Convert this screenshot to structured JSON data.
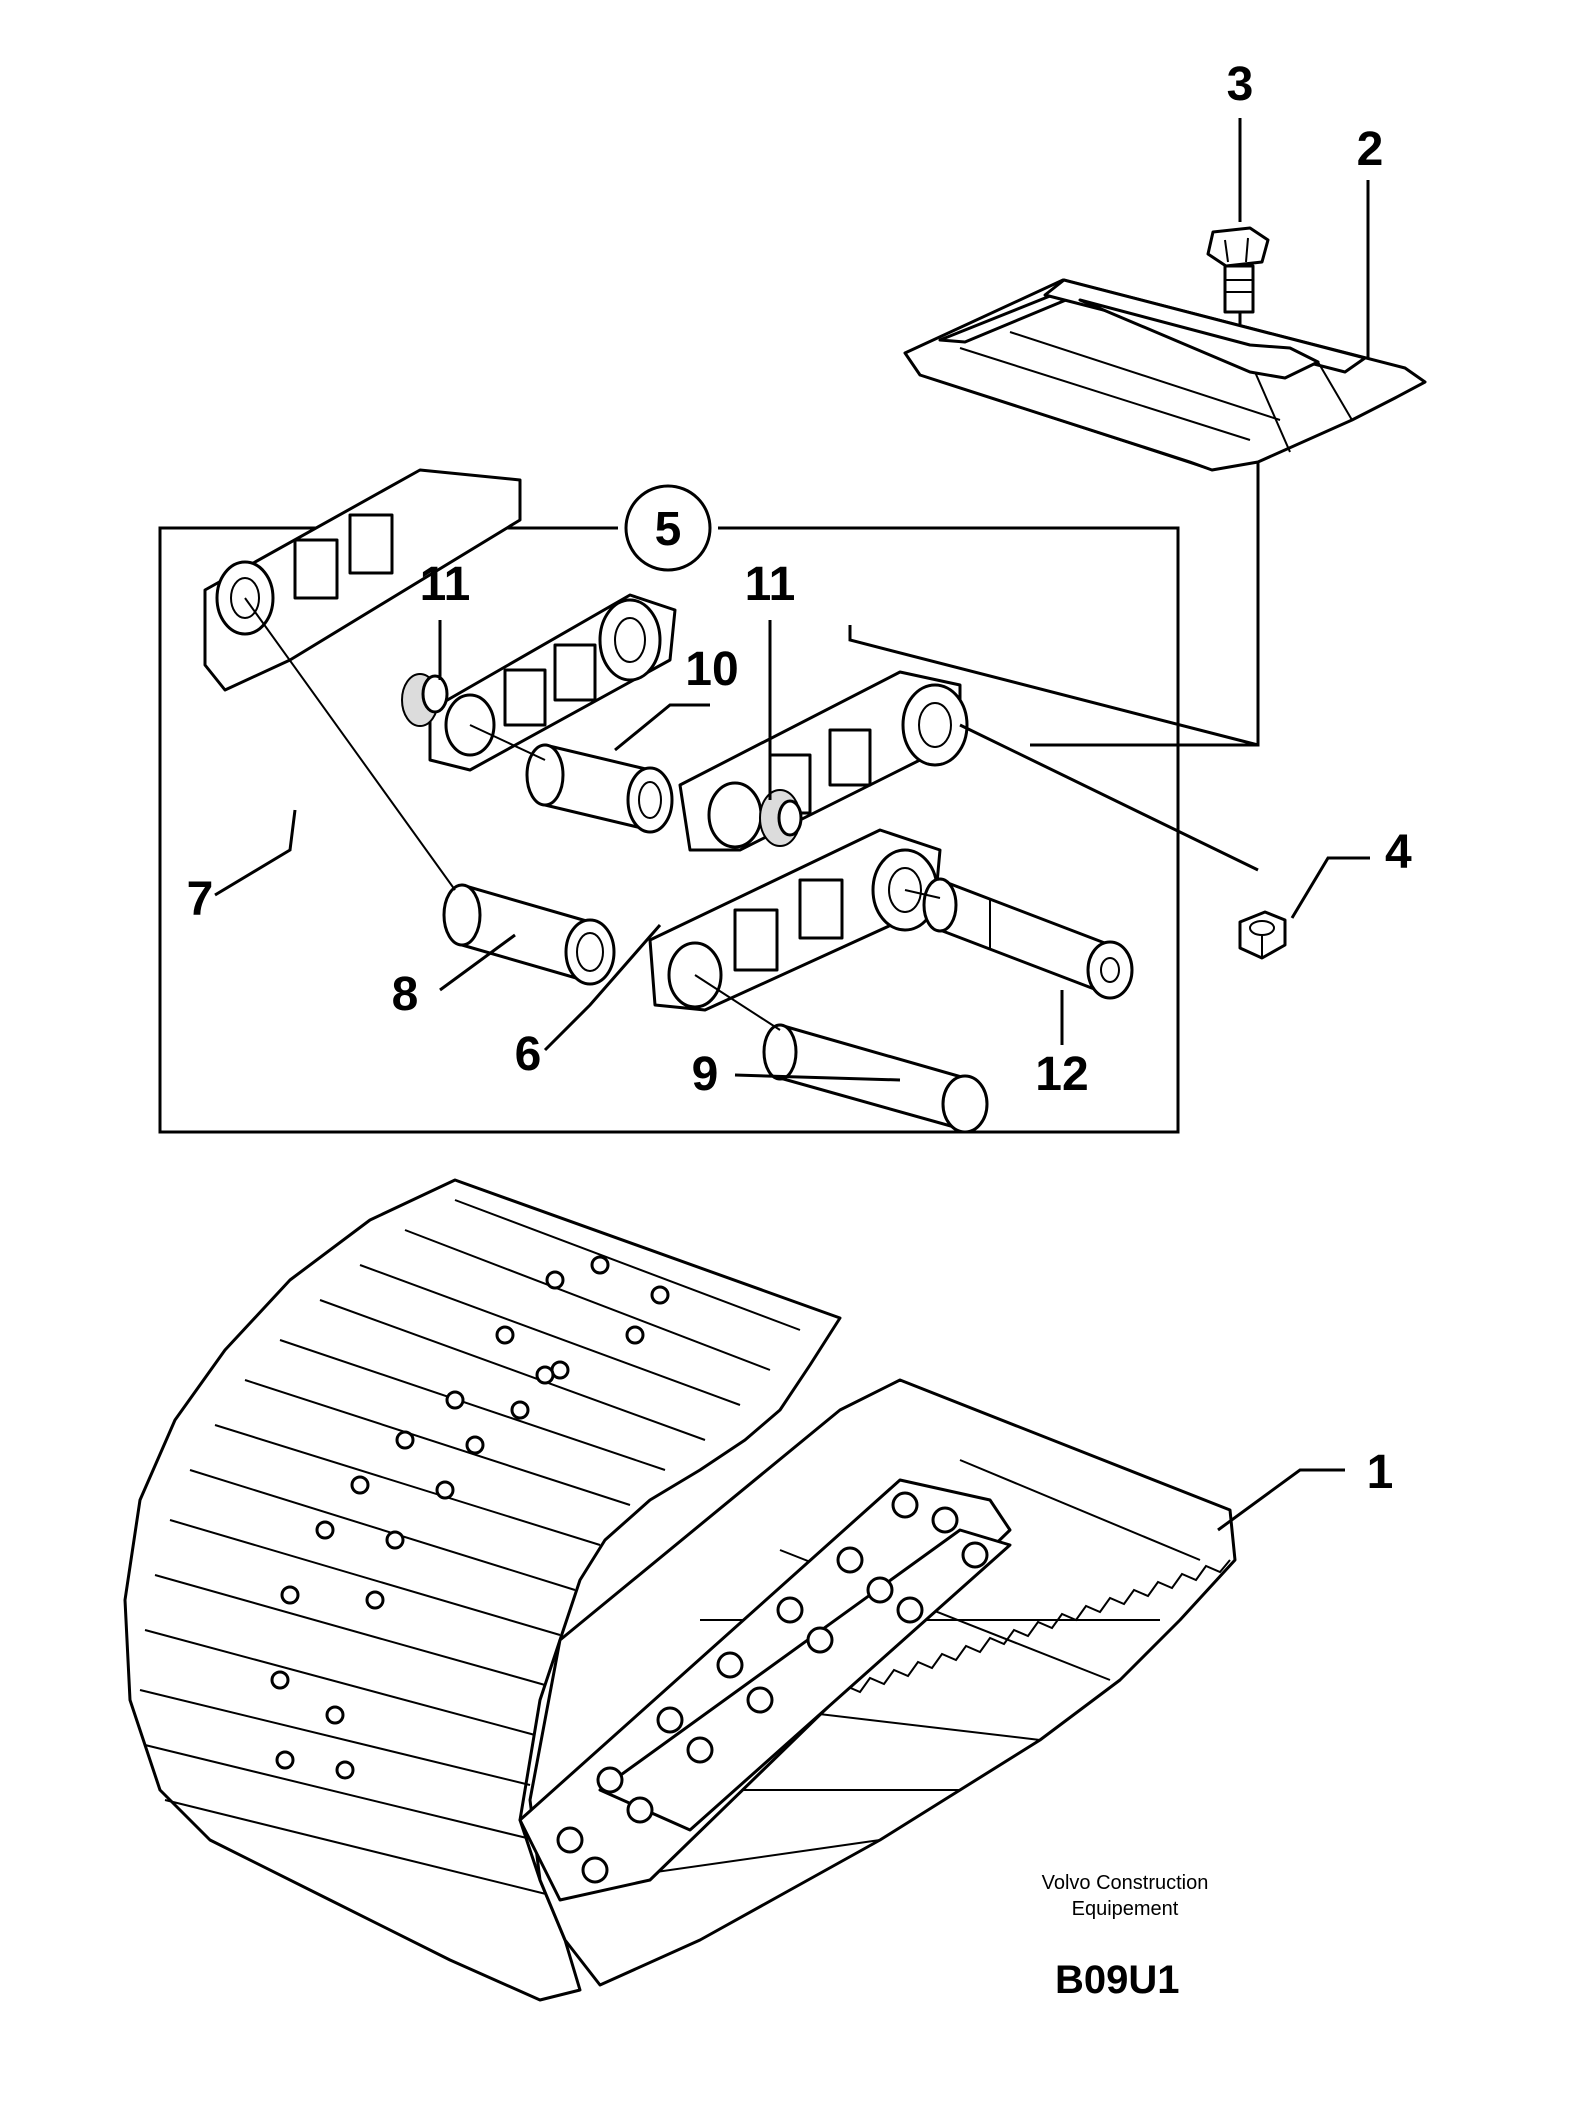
{
  "callouts": {
    "c1": "1",
    "c2": "2",
    "c3": "3",
    "c4": "4",
    "c5": "5",
    "c6": "6",
    "c7": "7",
    "c8": "8",
    "c9": "9",
    "c10": "10",
    "c11a": "11",
    "c11b": "11",
    "c12": "12"
  },
  "credit": {
    "line1": "Volvo Construction",
    "line2": "Equipement"
  },
  "figure_code": "B09U1"
}
